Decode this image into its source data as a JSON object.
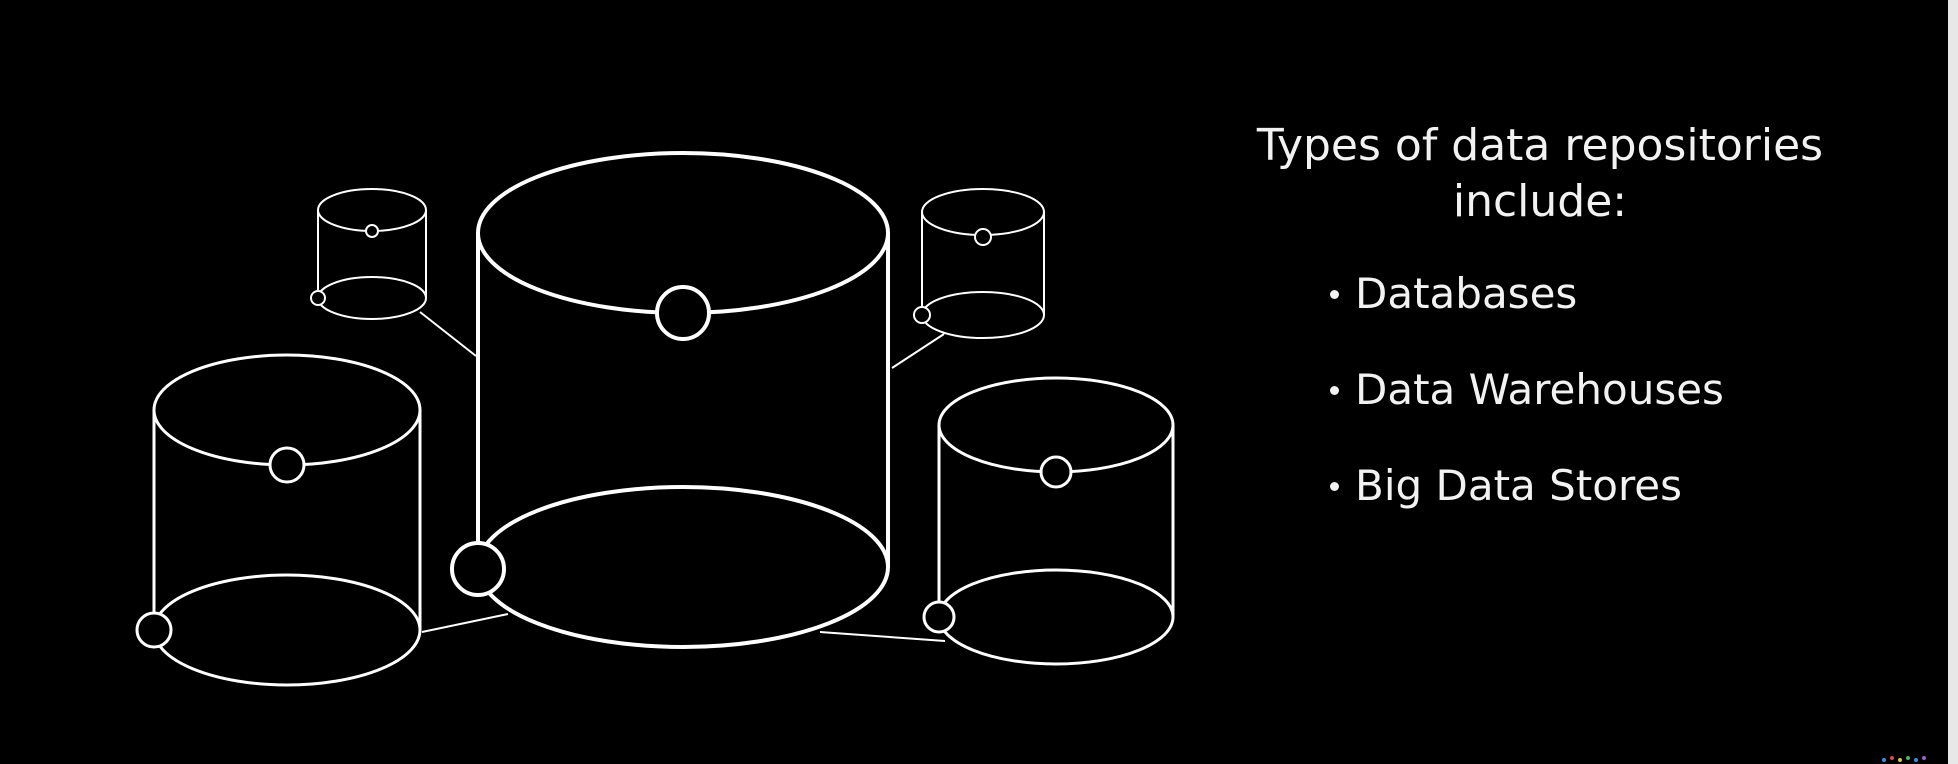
{
  "heading": {
    "line1": "Types of data repositories",
    "line2": "include:"
  },
  "bullets": [
    "Databases",
    "Data Warehouses",
    "Big Data Stores"
  ],
  "colors": {
    "background": "#000000",
    "line": "#ffffff",
    "text": "#f2f2f2"
  }
}
